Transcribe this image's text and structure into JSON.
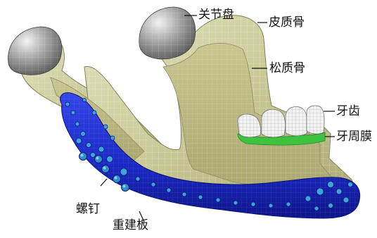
{
  "labels": {
    "disc": "关节盘",
    "cortical": "皮质骨",
    "cancellous": "松质骨",
    "tooth": "牙齿",
    "periodontal": "牙周膜",
    "screw": "螺钉",
    "plate": "重建板"
  },
  "colors": {
    "background": "#ffffff",
    "cortical_bone": "#c9c99a",
    "cancellous_bone": "#b5b47e",
    "disc": "#8f8f8f",
    "plate": "#1f2fd0",
    "screw_hole": "#3d9fd8",
    "tooth": "#f2f2f2",
    "periodontal": "#35c23b",
    "leader": "#111111"
  }
}
